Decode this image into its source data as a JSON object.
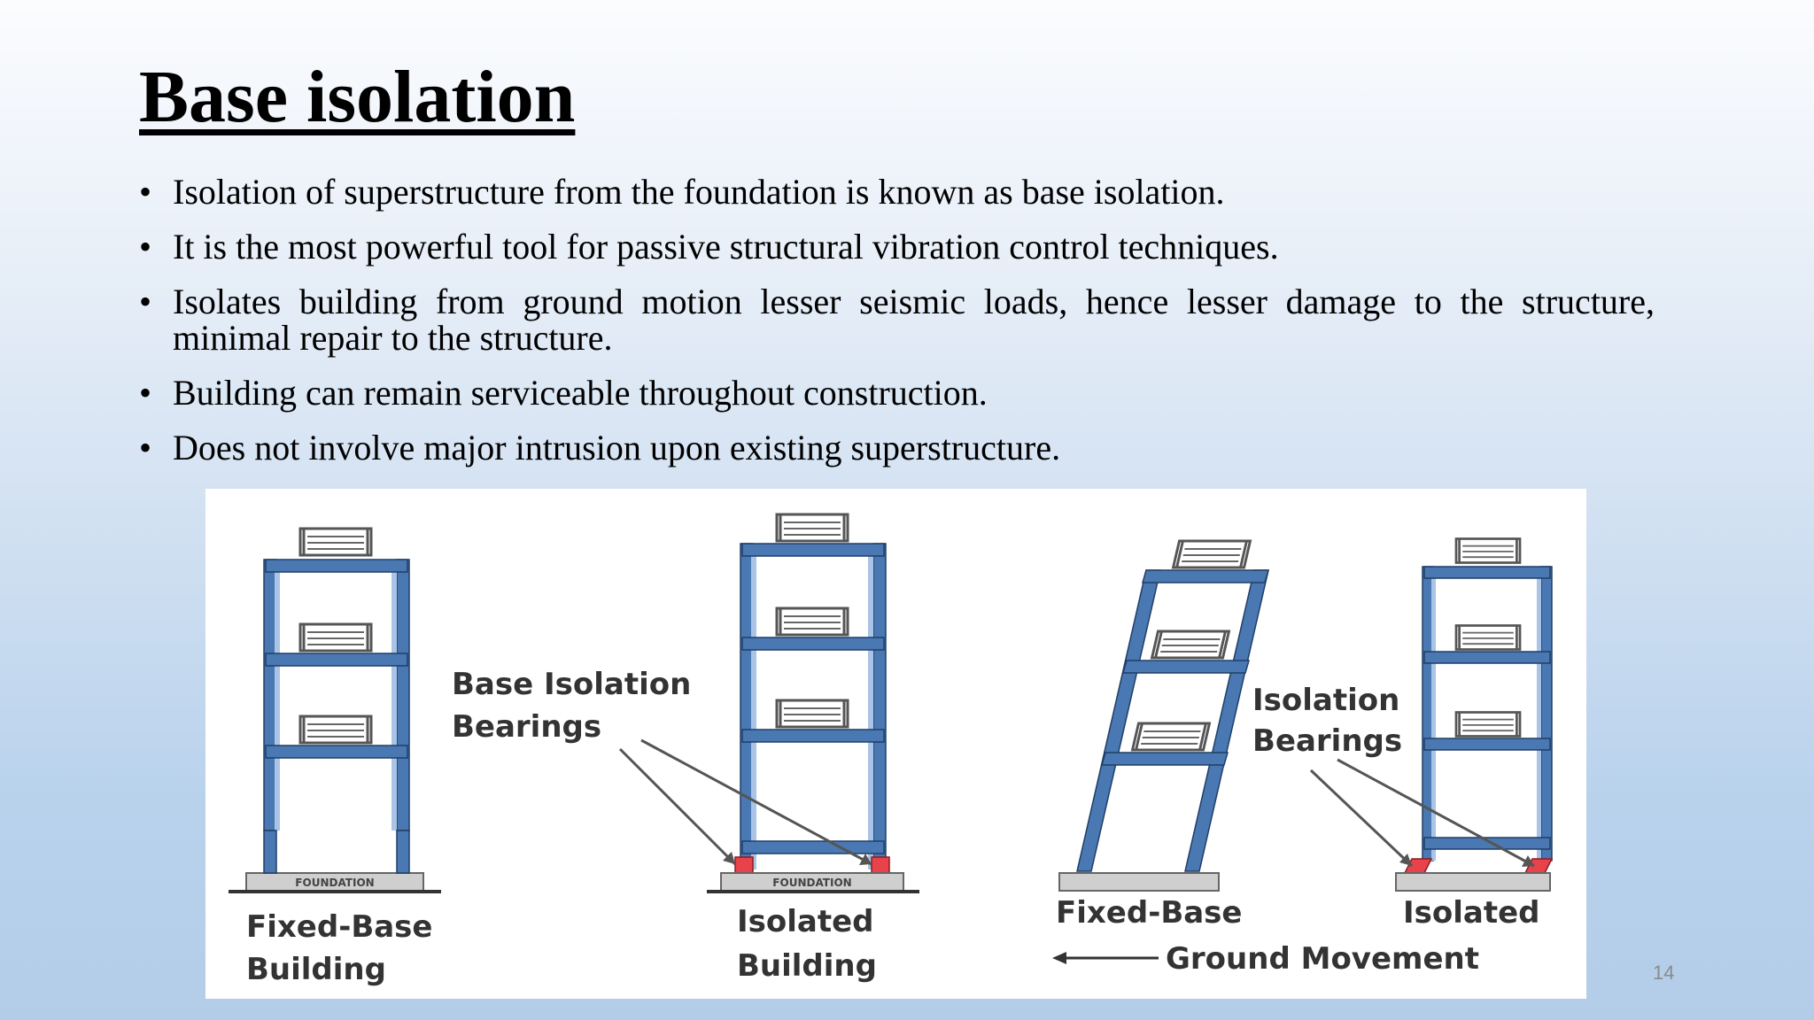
{
  "slide": {
    "title": "Base isolation",
    "bullets": [
      "Isolation of superstructure from the foundation is known as base isolation.",
      "It is the most powerful tool for passive structural vibration control techniques.",
      "Isolates building from ground motion lesser seismic loads, hence lesser damage to the structure, minimal repair to the structure.",
      "Building can remain serviceable throughout construction.",
      "Does not involve major intrusion upon existing superstructure."
    ],
    "bullet_glyph": "•",
    "page_number": "14"
  },
  "figure": {
    "labels": {
      "fixed_base_building_1": "Fixed-Base",
      "fixed_base_building_2": "Building",
      "base_isolation_bearings_1": "Base Isolation",
      "base_isolation_bearings_2": "Bearings",
      "isolated_building_1": "Isolated",
      "isolated_building_2": "Building",
      "isolation_bearings_1": "Isolation",
      "isolation_bearings_2": "Bearings",
      "fixed_base": "Fixed-Base",
      "isolated": "Isolated",
      "ground_movement": "Ground Movement",
      "foundation_1": "FOUNDATION",
      "foundation_2": "FOUNDATION"
    },
    "colors": {
      "frame_blue": "#3f6fa8",
      "frame_light": "#8fb2dc",
      "bearing_red": "#e8424b",
      "foundation_grey": "#cfcfcf",
      "text": "#333333"
    }
  }
}
